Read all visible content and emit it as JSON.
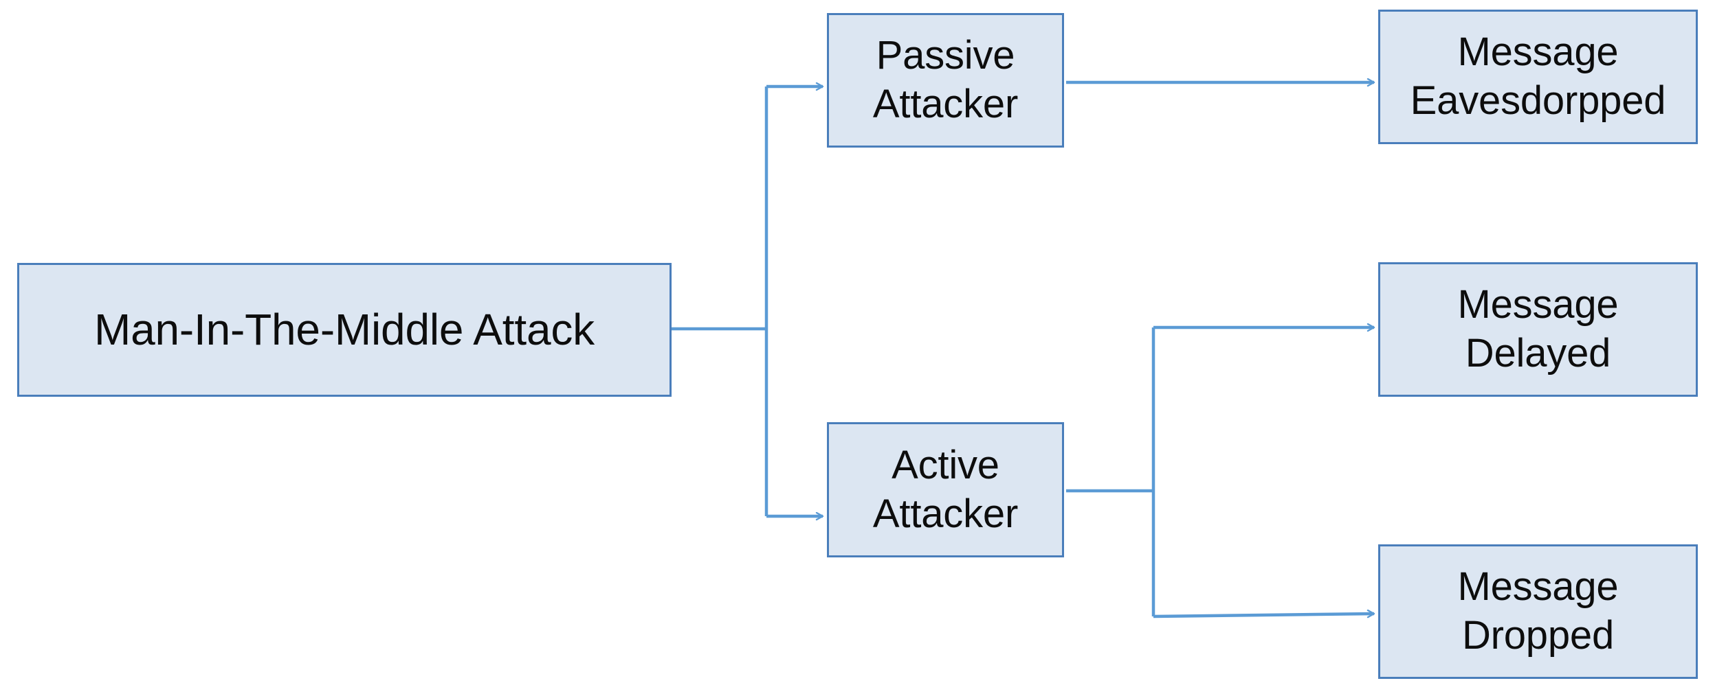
{
  "diagram": {
    "type": "tree-flowchart",
    "title": "Man-In-The-Middle Attack taxonomy",
    "orientation": "left-to-right",
    "colors": {
      "node_fill": "#dce6f2",
      "node_border": "#4a7ebb",
      "connector": "#5b9bd5",
      "text": "#0d0d0d",
      "background": "#ffffff"
    },
    "nodes": {
      "root": {
        "label": "Man-In-The-Middle Attack",
        "level": 0
      },
      "passive_attacker": {
        "label": "Passive\nAttacker",
        "level": 1
      },
      "active_attacker": {
        "label": "Active\nAttacker",
        "level": 1
      },
      "message_eavesdropped": {
        "label": "Message\nEavesdorpped",
        "level": 2
      },
      "message_delayed": {
        "label": "Message\nDelayed",
        "level": 2
      },
      "message_dropped": {
        "label": "Message\nDropped",
        "level": 2
      }
    },
    "edges": [
      {
        "from": "root",
        "to": "passive_attacker",
        "style": "elbow",
        "arrowhead": "open"
      },
      {
        "from": "root",
        "to": "active_attacker",
        "style": "elbow",
        "arrowhead": "open"
      },
      {
        "from": "passive_attacker",
        "to": "message_eavesdropped",
        "style": "straight",
        "arrowhead": "open"
      },
      {
        "from": "active_attacker",
        "to": "message_delayed",
        "style": "elbow",
        "arrowhead": "open"
      },
      {
        "from": "active_attacker",
        "to": "message_dropped",
        "style": "elbow",
        "arrowhead": "open"
      }
    ]
  }
}
